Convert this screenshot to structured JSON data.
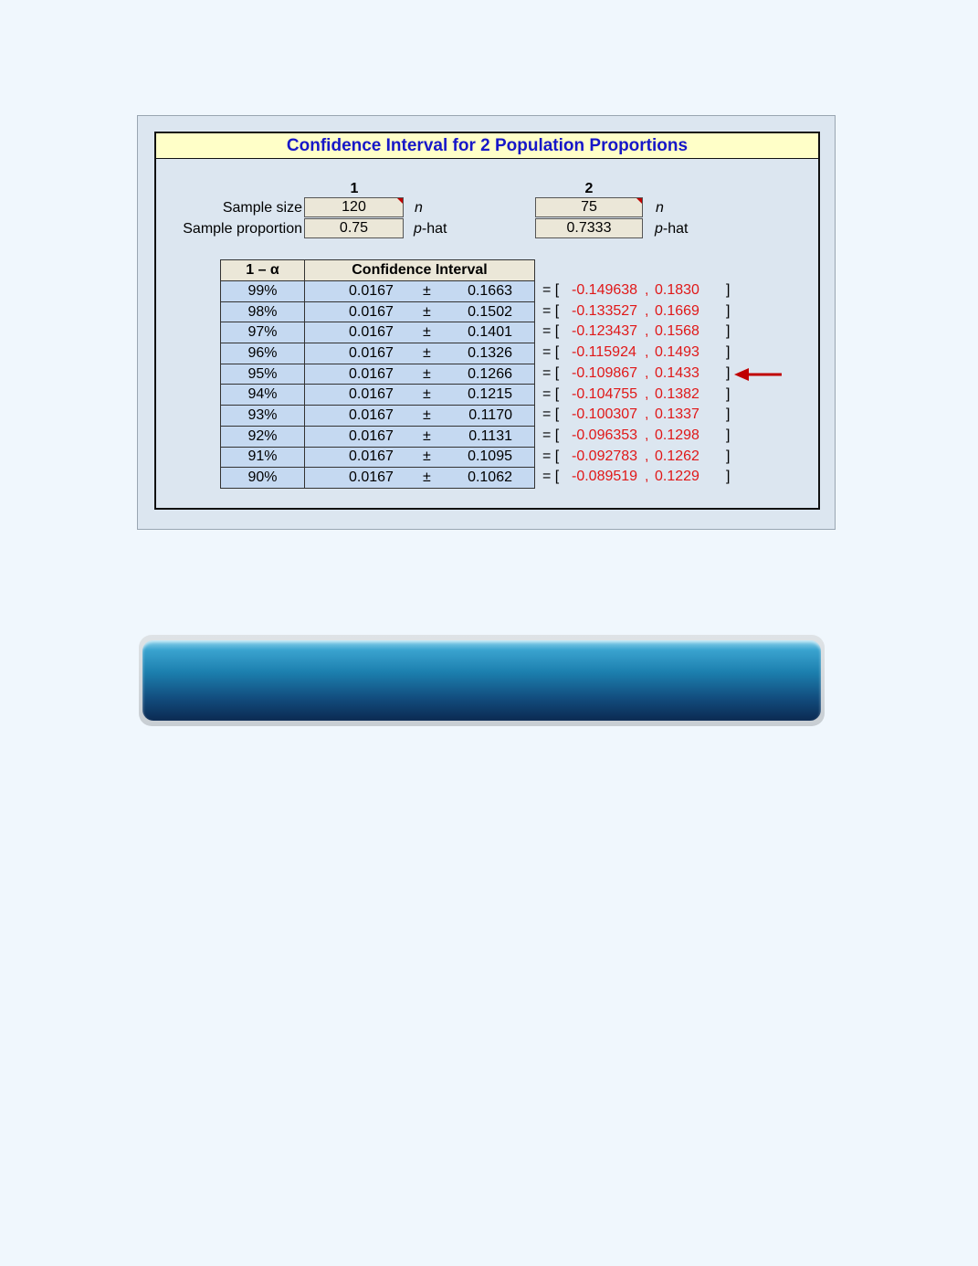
{
  "title": "Confidence Interval for 2 Population Proportions",
  "columns": {
    "col1": "1",
    "col2": "2"
  },
  "labels": {
    "sample_size": "Sample size",
    "sample_proportion": "Sample proportion",
    "n_sym": "n",
    "p_sym": "p",
    "hat_suffix": "-hat"
  },
  "inputs": {
    "n1": "120",
    "n2": "75",
    "p1": "0.75",
    "p2": "0.7333"
  },
  "table_headers": {
    "alpha": "1 – α",
    "ci": "Confidence Interval"
  },
  "pm": "±",
  "eq_open": "= [",
  "comma": ",",
  "close": "]",
  "rows": [
    {
      "level": "99%",
      "center": "0.0167",
      "margin": "0.1663",
      "lower": "-0.149638",
      "upper": "0.1830"
    },
    {
      "level": "98%",
      "center": "0.0167",
      "margin": "0.1502",
      "lower": "-0.133527",
      "upper": "0.1669"
    },
    {
      "level": "97%",
      "center": "0.0167",
      "margin": "0.1401",
      "lower": "-0.123437",
      "upper": "0.1568"
    },
    {
      "level": "96%",
      "center": "0.0167",
      "margin": "0.1326",
      "lower": "-0.115924",
      "upper": "0.1493"
    },
    {
      "level": "95%",
      "center": "0.0167",
      "margin": "0.1266",
      "lower": "-0.109867",
      "upper": "0.1433"
    },
    {
      "level": "94%",
      "center": "0.0167",
      "margin": "0.1215",
      "lower": "-0.104755",
      "upper": "0.1382"
    },
    {
      "level": "93%",
      "center": "0.0167",
      "margin": "0.1170",
      "lower": "-0.100307",
      "upper": "0.1337"
    },
    {
      "level": "92%",
      "center": "0.0167",
      "margin": "0.1131",
      "lower": "-0.096353",
      "upper": "0.1298"
    },
    {
      "level": "91%",
      "center": "0.0167",
      "margin": "0.1095",
      "lower": "-0.092783",
      "upper": "0.1262"
    },
    {
      "level": "90%",
      "center": "0.0167",
      "margin": "0.1062",
      "lower": "-0.089519",
      "upper": "0.1229"
    }
  ],
  "highlight_row": "95%",
  "colors": {
    "title": "#1717c8",
    "result": "#e01818",
    "arrow": "#c00000",
    "input_bg": "#ebe7d8",
    "table_bg": "#c5d9f1"
  },
  "icons": {
    "arrow": "left-arrow-icon"
  }
}
